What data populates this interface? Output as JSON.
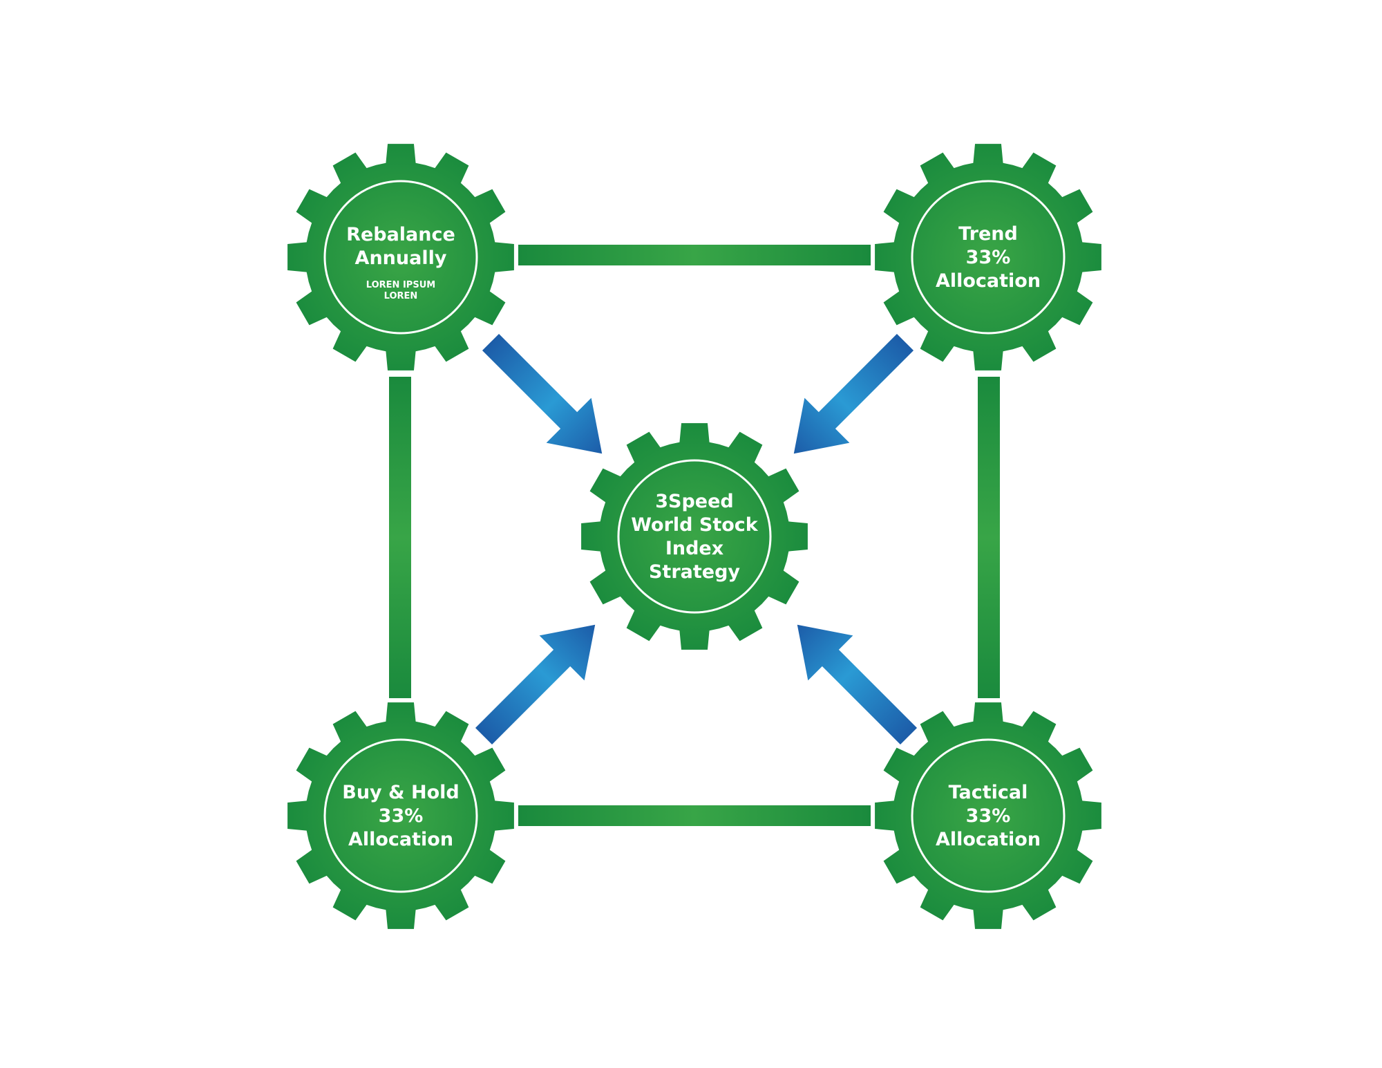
{
  "colors": {
    "gear_dark": "#1b8c3e",
    "gear_light": "#3aa546",
    "connector_dark": "#1a8a3d",
    "connector_light": "#38a547",
    "arrow_dark": "#1c5ca8",
    "arrow_light": "#2a9ad4",
    "ring": "#ffffff"
  },
  "gears": {
    "rebalance": {
      "lines": [
        "Rebalance",
        "Annually"
      ],
      "sub": [
        "LOREN IPSUM",
        "LOREN"
      ]
    },
    "trend": {
      "lines": [
        "Trend",
        "33%",
        "Allocation"
      ]
    },
    "center": {
      "lines": [
        "3Speed",
        "World Stock",
        "Index",
        "Strategy"
      ]
    },
    "buy_hold": {
      "lines": [
        "Buy & Hold",
        "33%",
        "Allocation"
      ]
    },
    "tactical": {
      "lines": [
        "Tactical",
        "33%",
        "Allocation"
      ]
    }
  }
}
